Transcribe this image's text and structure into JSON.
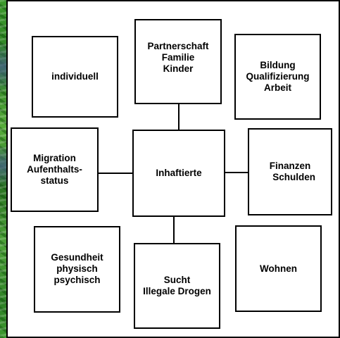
{
  "diagram": {
    "center": "Inhaftierte",
    "nodes": {
      "individuell": "individuell",
      "partnerschaft": "Partnerschaft\nFamilie\nKinder",
      "bildung": "Bildung\nQualifizierung\nArbeit",
      "migration": "Migration\nAufenthalts-\nstatus",
      "finanzen": "Finanzen\n   Schulden",
      "gesundheit": "Gesundheit\nphysisch\npsychisch",
      "sucht": "Sucht\nIllegale Drogen",
      "wohnen": "Wohnen"
    },
    "connections": [
      [
        "Inhaftierte",
        "Partnerschaft Familie Kinder"
      ],
      [
        "Inhaftierte",
        "Migration Aufenthaltsstatus"
      ],
      [
        "Inhaftierte",
        "Finanzen Schulden"
      ],
      [
        "Inhaftierte",
        "Sucht Illegale Drogen"
      ]
    ]
  }
}
